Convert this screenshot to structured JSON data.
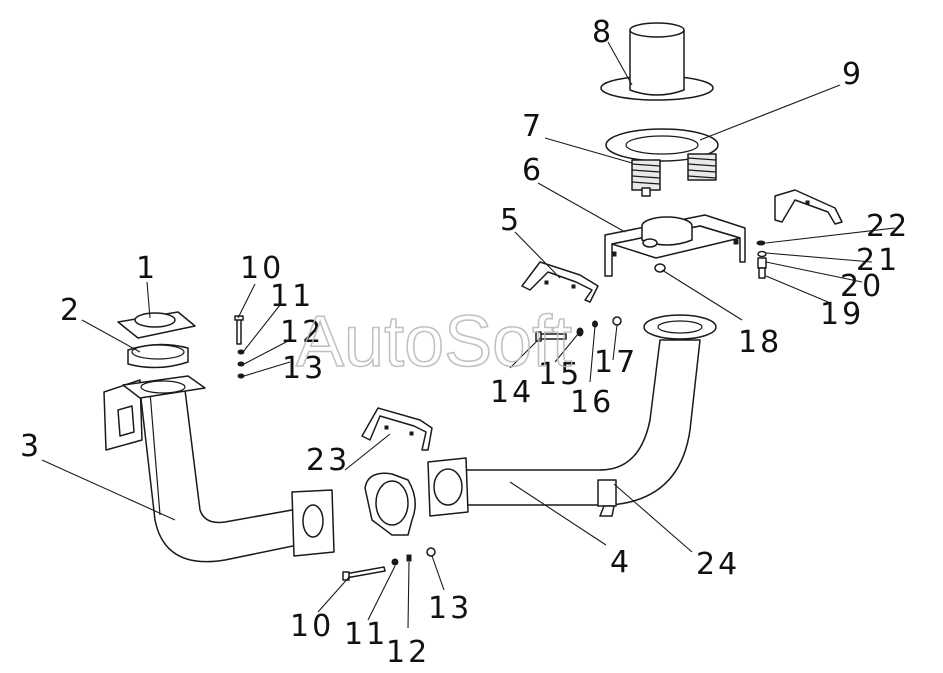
{
  "watermark": "AutoSoft",
  "callouts": {
    "c1": "1",
    "c2": "2",
    "c3": "3",
    "c4": "4",
    "c5": "5",
    "c6": "6",
    "c7": "7",
    "c8": "8",
    "c9": "9",
    "c10a": "10",
    "c11a": "11",
    "c12a": "12",
    "c13a": "13",
    "c10b": "10",
    "c11b": "11",
    "c12b": "12",
    "c13b": "13",
    "c14": "14",
    "c15": "15",
    "c16": "16",
    "c17": "17",
    "c18": "18",
    "c19": "19",
    "c20": "20",
    "c21": "21",
    "c22": "22",
    "c23": "23",
    "c24": "24"
  }
}
